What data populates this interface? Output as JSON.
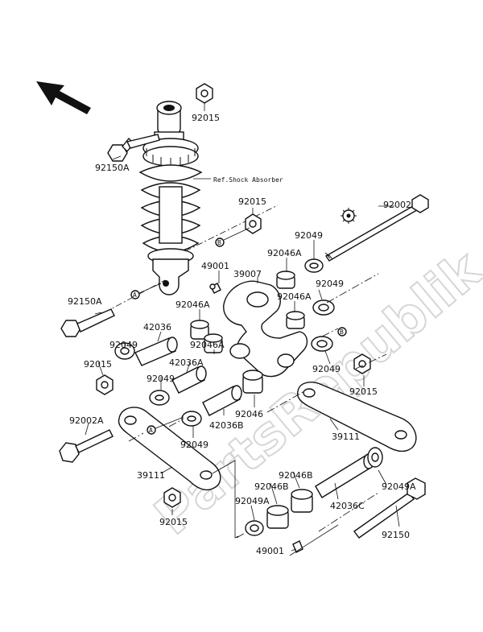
{
  "diagram": {
    "watermark": "PartsRepublik",
    "reference_note": "Ref.Shock Absorber",
    "circle_markers": [
      "A",
      "B"
    ],
    "part_labels": [
      "92015",
      "92150A",
      "92015",
      "92002",
      "92049",
      "49001",
      "39007",
      "92046A",
      "92049",
      "92046A",
      "92150A",
      "92046A",
      "42036",
      "92046A",
      "92049",
      "42036A",
      "92015",
      "92049",
      "92049",
      "92015",
      "92046",
      "42036B",
      "92002A",
      "92049",
      "39111",
      "39111",
      "92046B",
      "92046B",
      "92049A",
      "92049A",
      "42036C",
      "92015",
      "92150",
      "49001"
    ]
  }
}
